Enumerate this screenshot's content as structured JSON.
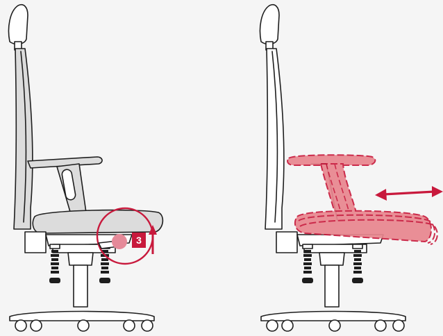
{
  "steps": [
    {
      "number": "3",
      "action": "pull-lever-up"
    }
  ],
  "colors": {
    "background": "#f5f5f5",
    "outline": "#1e1e1e",
    "shell_grey": "#dcdcdc",
    "accent": "#c8193c",
    "accent_fill": "#e8868e",
    "highlight_dot": "#e58a99"
  },
  "panels": [
    {
      "name": "lever-release",
      "icons": [
        "step-badge",
        "up-arrow-icon"
      ]
    },
    {
      "name": "seat-depth-adjust",
      "icons": [
        "double-arrow-icon"
      ]
    }
  ]
}
